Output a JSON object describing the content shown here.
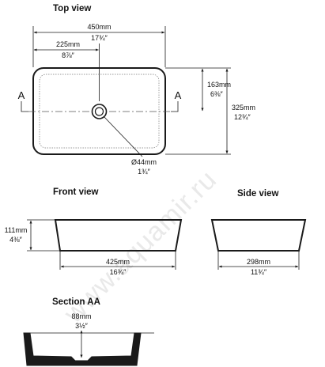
{
  "watermark": "www.aquamir.ru",
  "views": {
    "top": {
      "title": "Top view",
      "width_mm": "450mm",
      "width_in": "17¾″",
      "half_mm": "225mm",
      "half_in": "8⅞″",
      "half_depth_mm": "163mm",
      "half_depth_in": "6⅜″",
      "depth_mm": "325mm",
      "depth_in": "12¾″",
      "drain_mm": "Ø44mm",
      "drain_in": "1¾″",
      "section_left": "A",
      "section_right": "A"
    },
    "front": {
      "title": "Front view",
      "height_mm": "111mm",
      "height_in": "4⅜″",
      "base_mm": "425mm",
      "base_in": "16¾″"
    },
    "side": {
      "title": "Side view",
      "base_mm": "298mm",
      "base_in": "11¾″"
    },
    "section": {
      "title": "Section AA",
      "depth_mm": "88mm",
      "depth_in": "3½″"
    }
  }
}
